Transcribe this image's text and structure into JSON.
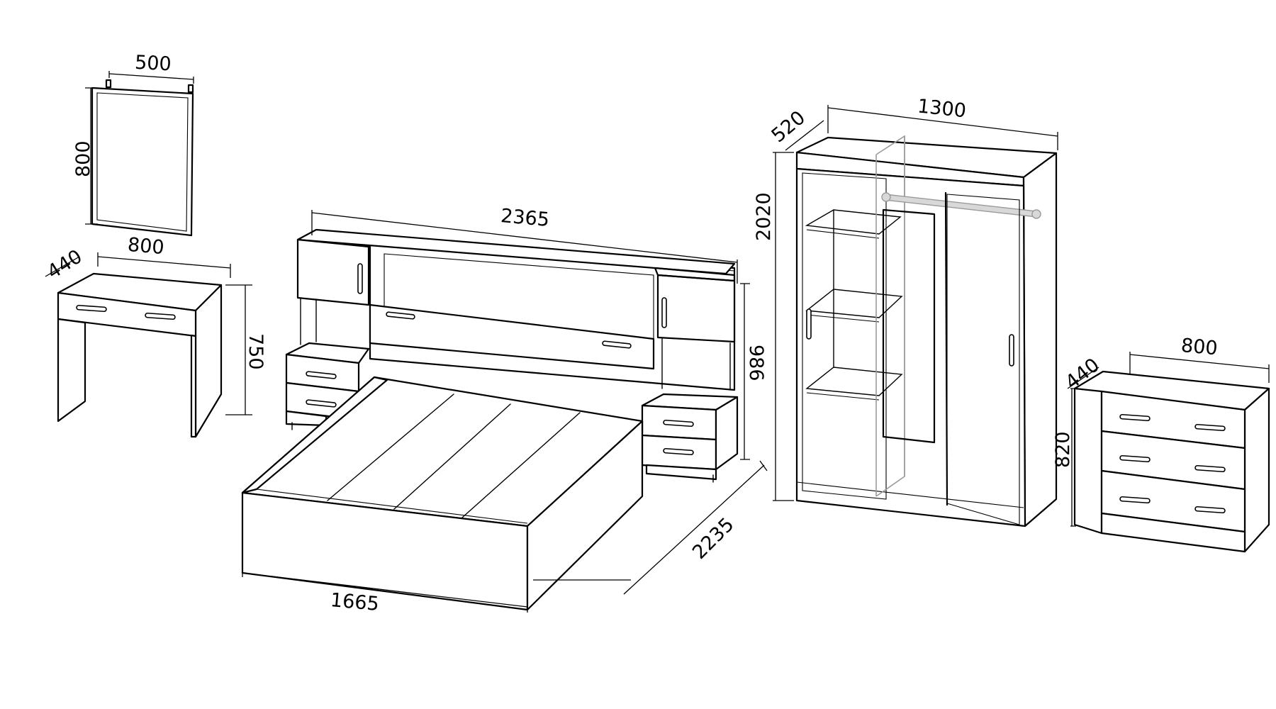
{
  "dimensions": {
    "mirror_width": "500",
    "mirror_height": "800",
    "vanity_width": "800",
    "vanity_depth": "440",
    "vanity_height": "750",
    "bed_width": "1665",
    "bed_length": "2235",
    "headboard_width": "2365",
    "headboard_height": "986",
    "wardrobe_width": "1300",
    "wardrobe_depth": "520",
    "wardrobe_height": "2020",
    "dresser_width": "800",
    "dresser_depth": "440",
    "dresser_height": "820"
  }
}
